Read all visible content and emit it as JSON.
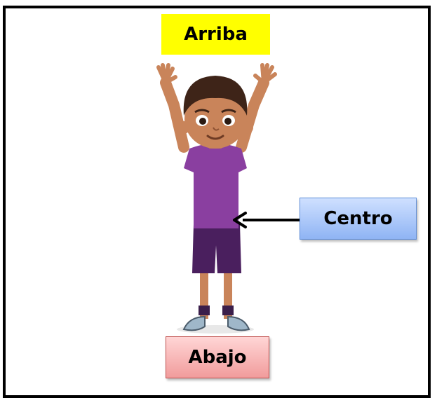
{
  "labels": {
    "top": "Arriba",
    "middle": "Centro",
    "bottom": "Abajo"
  },
  "colors": {
    "top_label_bg": "#ffff00",
    "middle_label_bg": "#a9c6f7",
    "bottom_label_bg": "#f5b5b5",
    "shirt": "#8a3fa0",
    "shorts": "#4a1f5e",
    "skin": "#c9845a",
    "hair": "#3e2418",
    "arrow": "#000000"
  },
  "icons": {
    "figure": "boy-standing-arms-up-illustration",
    "arrow": "left-arrow"
  }
}
